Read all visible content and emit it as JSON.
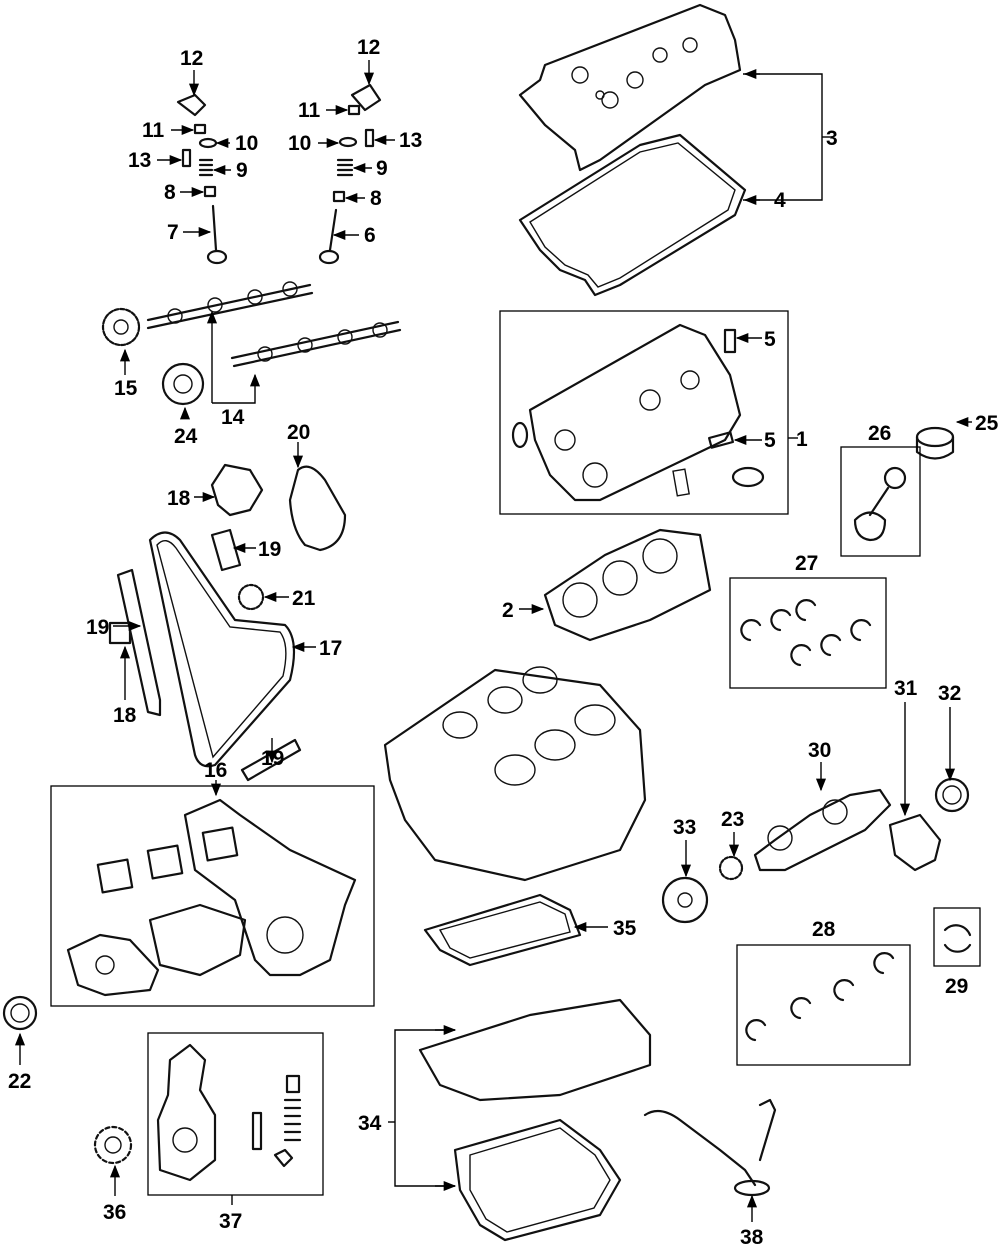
{
  "callouts": {
    "c1": "1",
    "c2": "2",
    "c3": "3",
    "c4": "4",
    "c5a": "5",
    "c5b": "5",
    "c6": "6",
    "c7": "7",
    "c8a": "8",
    "c8b": "8",
    "c9a": "9",
    "c9b": "9",
    "c10a": "10",
    "c10b": "10",
    "c11a": "11",
    "c11b": "11",
    "c12a": "12",
    "c12b": "12",
    "c13a": "13",
    "c13b": "13",
    "c14": "14",
    "c15": "15",
    "c16": "16",
    "c17": "17",
    "c18a": "18",
    "c18b": "18",
    "c19a": "19",
    "c19b": "19",
    "c19c": "19",
    "c20": "20",
    "c21": "21",
    "c22": "22",
    "c23": "23",
    "c24": "24",
    "c25": "25",
    "c26": "26",
    "c27": "27",
    "c28": "28",
    "c29": "29",
    "c30": "30",
    "c31": "31",
    "c32": "32",
    "c33": "33",
    "c34": "34",
    "c35": "35",
    "c36": "36",
    "c37": "37",
    "c38": "38"
  }
}
